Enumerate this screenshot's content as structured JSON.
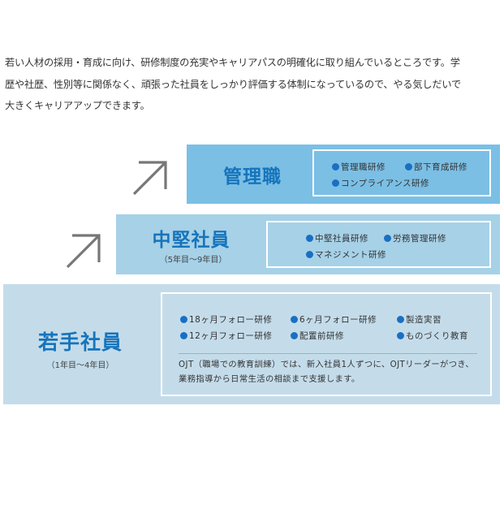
{
  "intro": {
    "lines": [
      "若い人材の採用・育成に向け、研修制度の充実やキャリアパスの明確化に取り組んでいるところです。学",
      "歴や社歴、性別等に関係なく、頑張った社員をしっかり評価する体制になっているので、やる気しだいで",
      "大きくキャリアアップできます。"
    ]
  },
  "colors": {
    "tier_top": "#7bbfe5",
    "tier_middle": "#a6d1e7",
    "tier_bottom": "#c4dcea",
    "title": "#1674bb",
    "bullet": "#1a6fc2",
    "arrow": "#777777"
  },
  "tiers": {
    "management": {
      "title": "管理職",
      "items": [
        "管理職研修",
        "部下育成研修",
        "コンプライアンス研修"
      ]
    },
    "mid": {
      "title": "中堅社員",
      "subtitle": "（5年目～9年目）",
      "items": [
        "中堅社員研修",
        "労務管理研修",
        "マネジメント研修"
      ]
    },
    "junior": {
      "title": "若手社員",
      "subtitle": "（1年目～4年目）",
      "items": [
        "18ヶ月フォロー研修",
        "6ヶ月フォロー研修",
        "製造実習",
        "12ヶ月フォロー研修",
        "配置前研修",
        "ものづくり教育"
      ],
      "ojt_lines": [
        "OJT（職場での教育訓練）では、新入社員1人ずつに、OJTリーダーがつき、",
        "業務指導から日常生活の相談まで支援します。"
      ]
    }
  },
  "icons": {
    "arrow_1": "arrow-up-right-icon",
    "arrow_2": "arrow-up-right-icon"
  }
}
